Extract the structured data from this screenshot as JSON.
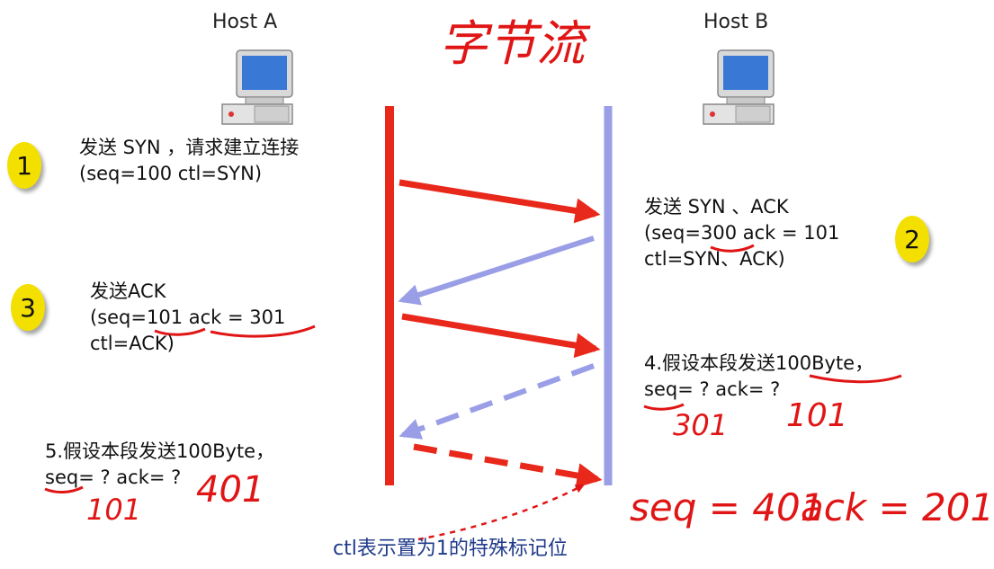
{
  "title_handwritten": "字节流",
  "hosts": {
    "a": {
      "label": "Host A"
    },
    "b": {
      "label": "Host B"
    }
  },
  "steps": {
    "s1": {
      "badge": "1",
      "line1": "发送 SYN ，请求建立连接",
      "line2": "(seq=100 ctl=SYN)"
    },
    "s2": {
      "badge": "2",
      "line1": "发送 SYN 、ACK",
      "line2": "(seq=300 ack = 101",
      "line3": "ctl=SYN、ACK)"
    },
    "s3": {
      "badge": "3",
      "line1": "发送ACK",
      "line2": "(seq=101 ack = 301",
      "line3": "ctl=ACK)"
    },
    "s4": {
      "line1": "4.假设本段发送100Byte，",
      "line2": "seq= ? ack= ?"
    },
    "s5": {
      "line1": "5.假设本段发送100Byte，",
      "line2": "seq= ? ack= ?"
    }
  },
  "handwritten": {
    "s4_seq": "301",
    "s4_ack": "101",
    "s5_seq": "101",
    "s5_ack": "401",
    "bottom_seq": "seq = 401",
    "bottom_ack": "ack = 201"
  },
  "footer": "ctl表示置为1的特殊标记位",
  "colors": {
    "host_a_line": "#e8281b",
    "host_b_line": "#9a9ee6",
    "badge": "#f3e000",
    "ink": "#e01515",
    "footer_text": "#1f3a8a"
  }
}
